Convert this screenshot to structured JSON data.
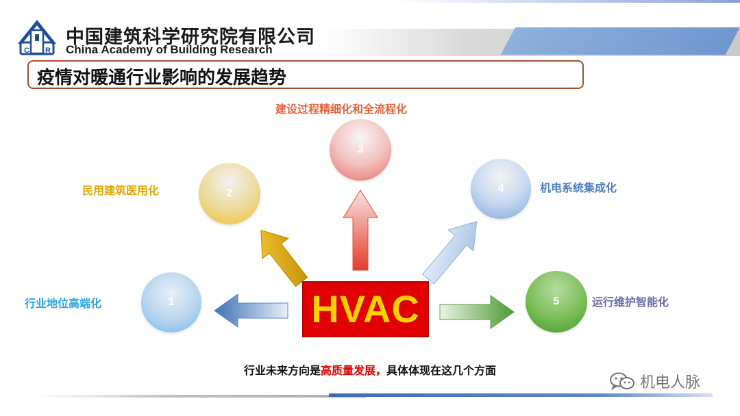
{
  "header": {
    "company_cn": "中国建筑科学研究院有限公司",
    "company_en": "China Academy of Building Research",
    "logo_icon": "cabr-logo-icon"
  },
  "title": "疫情对暖通行业影响的发展趋势",
  "diagram": {
    "center_label": "HVAC",
    "nodes": [
      {
        "number": "1",
        "label": "行业地位高端化",
        "color": "#2aa3e0"
      },
      {
        "number": "2",
        "label": "民用建筑医用化",
        "color": "#e6a800"
      },
      {
        "number": "3",
        "label": "建设过程精细化和全流程化",
        "color": "#e8623f"
      },
      {
        "number": "4",
        "label": "机电系统集成化",
        "color": "#4d7fc1"
      },
      {
        "number": "5",
        "label": "运行维护智能化",
        "color": "#6b6ba8"
      }
    ]
  },
  "summary": {
    "prefix": "行业未来方向是",
    "highlight": "高质量发展，",
    "suffix": "具体体现在这几个方面"
  },
  "watermark": {
    "icon": "wechat-icon",
    "text": "机电人脉"
  },
  "colors": {
    "center_bg": "#e00000",
    "center_text": "#ffd200",
    "title_border": "#a0522d",
    "highlight": "#e00000"
  }
}
